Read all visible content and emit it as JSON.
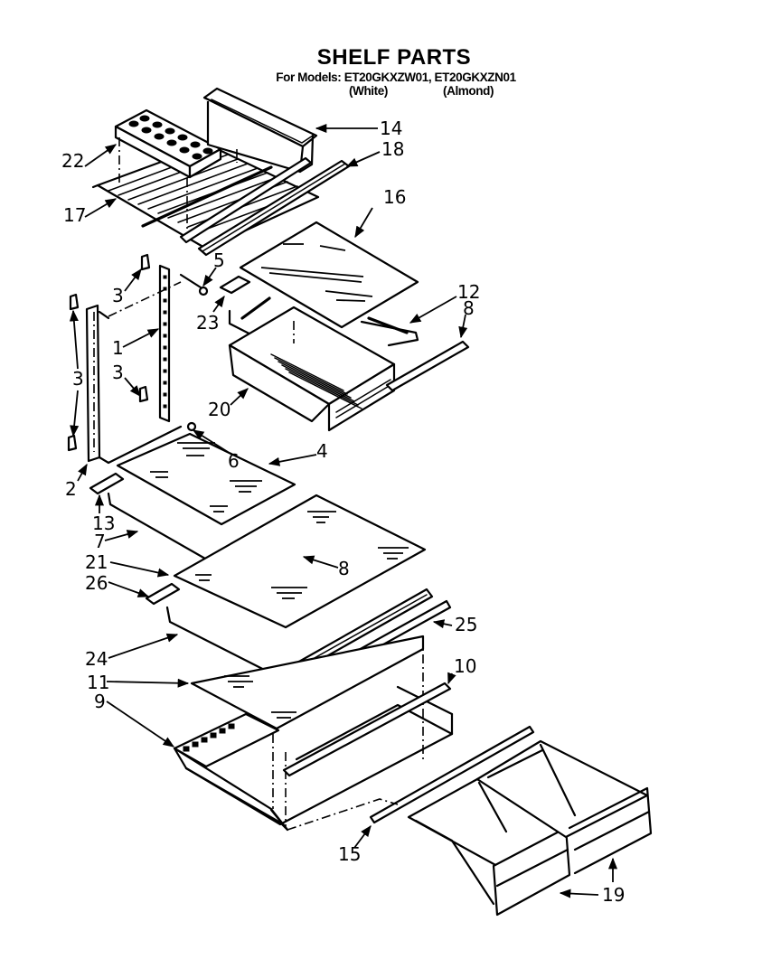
{
  "header": {
    "title": "SHELF PARTS",
    "models_line": "For Models: ET20GKXZW01, ET20GKXZN01",
    "variants": [
      "(White)",
      "(Almond)"
    ]
  },
  "diagram": {
    "type": "exploded-parts-view",
    "colors": {
      "ink": "#000000",
      "paper": "#ffffff"
    },
    "components": [
      {
        "name": "egg-tray",
        "part": "22"
      },
      {
        "name": "wire-shelf",
        "part": "17"
      },
      {
        "name": "dairy-bin",
        "part": "14"
      },
      {
        "name": "shelf-trim",
        "part": "18"
      },
      {
        "name": "glass-shelf-top",
        "part": "16"
      },
      {
        "name": "shelf-frame-right",
        "part": "12"
      },
      {
        "name": "shelf-trim-small",
        "part": "8"
      },
      {
        "name": "meat-pan",
        "part": "20"
      },
      {
        "name": "shelf-support-rail-rear",
        "part": "1"
      },
      {
        "name": "shelf-support-rail-front",
        "part": "2"
      },
      {
        "name": "rail-caps",
        "part": "3"
      },
      {
        "name": "screw",
        "part": "5"
      },
      {
        "name": "end-cap",
        "part": "23"
      },
      {
        "name": "glass-shelf-upper",
        "part": "4"
      },
      {
        "name": "shelf-bracket-pin",
        "part": "6"
      },
      {
        "name": "shelf-frame-upper",
        "part": "7"
      },
      {
        "name": "end-cap-upper",
        "part": "13"
      },
      {
        "name": "glass-shelf-middle",
        "part": "21"
      },
      {
        "name": "end-cap-middle",
        "part": "26"
      },
      {
        "name": "shelf-frame-middle",
        "part": "24"
      },
      {
        "name": "shelf-trim-middle",
        "part": "25"
      },
      {
        "name": "crisper-cover-glass",
        "part": "11"
      },
      {
        "name": "crisper-cover-frame",
        "part": "9"
      },
      {
        "name": "crisper-cover-trim",
        "part": "10"
      },
      {
        "name": "crisper-slide",
        "part": "15"
      },
      {
        "name": "crisper-drawers",
        "part": "19"
      }
    ],
    "labels": [
      {
        "id": "22",
        "text": "22"
      },
      {
        "id": "17",
        "text": "17"
      },
      {
        "id": "14",
        "text": "14"
      },
      {
        "id": "18",
        "text": "18"
      },
      {
        "id": "16",
        "text": "16"
      },
      {
        "id": "5",
        "text": "5"
      },
      {
        "id": "3a",
        "text": "3"
      },
      {
        "id": "23",
        "text": "23"
      },
      {
        "id": "12",
        "text": "12"
      },
      {
        "id": "8a",
        "text": "8"
      },
      {
        "id": "1",
        "text": "1"
      },
      {
        "id": "3b",
        "text": "3"
      },
      {
        "id": "3c",
        "text": "3"
      },
      {
        "id": "20",
        "text": "20"
      },
      {
        "id": "6",
        "text": "6"
      },
      {
        "id": "4",
        "text": "4"
      },
      {
        "id": "2",
        "text": "2"
      },
      {
        "id": "13",
        "text": "13"
      },
      {
        "id": "7",
        "text": "7"
      },
      {
        "id": "21",
        "text": "21"
      },
      {
        "id": "8b",
        "text": "8"
      },
      {
        "id": "26",
        "text": "26"
      },
      {
        "id": "25",
        "text": "25"
      },
      {
        "id": "24",
        "text": "24"
      },
      {
        "id": "10",
        "text": "10"
      },
      {
        "id": "11",
        "text": "11"
      },
      {
        "id": "9",
        "text": "9"
      },
      {
        "id": "15",
        "text": "15"
      },
      {
        "id": "19",
        "text": "19"
      }
    ]
  }
}
